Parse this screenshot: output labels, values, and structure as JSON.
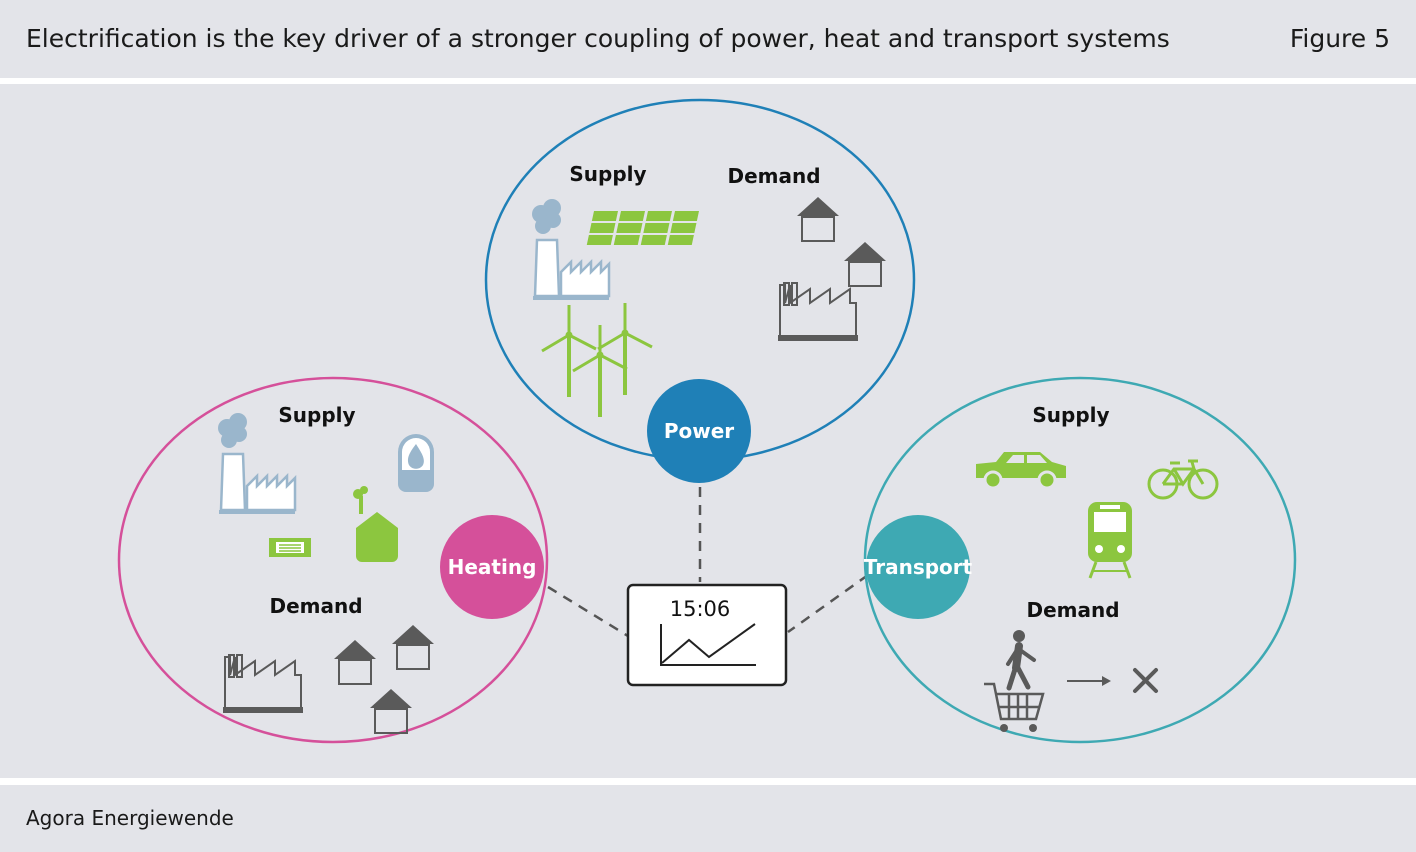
{
  "header": {
    "title": "Electrification is the key driver of a stronger coupling of power, heat and transport systems",
    "figure_label": "Figure 5"
  },
  "footer": {
    "source": "Agora Energiewende"
  },
  "colors": {
    "background": "#e3e4e9",
    "power": "#1f80b7",
    "heating": "#d5509a",
    "transport": "#3ea9b3",
    "green": "#8cc63f",
    "steel_blue": "#9ab6cc",
    "gray": "#5a5a5a"
  },
  "power": {
    "hub_label": "Power",
    "supply_label": "Supply",
    "demand_label": "Demand",
    "supply_icons": [
      "power-plant-icon",
      "solar-panels-icon",
      "wind-turbines-icon"
    ],
    "demand_icons": [
      "house-icon",
      "house-icon",
      "factory-icon"
    ]
  },
  "heating": {
    "hub_label": "Heating",
    "supply_label": "Supply",
    "demand_label": "Demand",
    "supply_icons": [
      "power-plant-icon",
      "gas-boiler-icon",
      "biogas-plant-icon",
      "heat-pump-icon"
    ],
    "demand_icons": [
      "factory-icon",
      "house-icon",
      "house-icon",
      "house-icon"
    ]
  },
  "transport": {
    "hub_label": "Transport",
    "supply_label": "Supply",
    "demand_label": "Demand",
    "supply_icons": [
      "car-icon",
      "bicycle-icon",
      "train-icon"
    ],
    "demand_icons": [
      "pedestrian-icon",
      "shopping-cart-icon",
      "arrow-right-icon",
      "cross-icon"
    ]
  },
  "center": {
    "time": "15:06",
    "icon": "load-curve-icon"
  }
}
